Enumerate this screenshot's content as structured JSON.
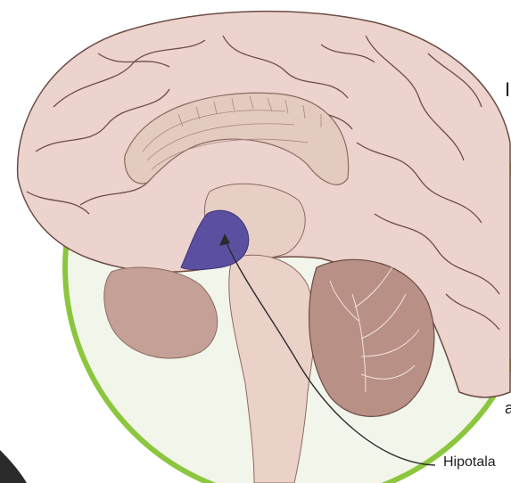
{
  "labels": {
    "hypothalamus": "Hipotala",
    "fragment_top": "I",
    "fragment_a": "a"
  },
  "colors": {
    "circle_ring": "#8cc63f",
    "circle_fill": "#f2f5ea",
    "cortex": "#ecd3cd",
    "cortex_line": "#6d4c46",
    "corpus_callosum": "#e4cbbf",
    "thalamus": "#e7cfc6",
    "hypothalamus": "#5b4fa0",
    "temporal": "#c4a097",
    "brainstem": "#ead2c8",
    "cerebellum": "#b89086",
    "arrow": "#2b2b2b"
  }
}
